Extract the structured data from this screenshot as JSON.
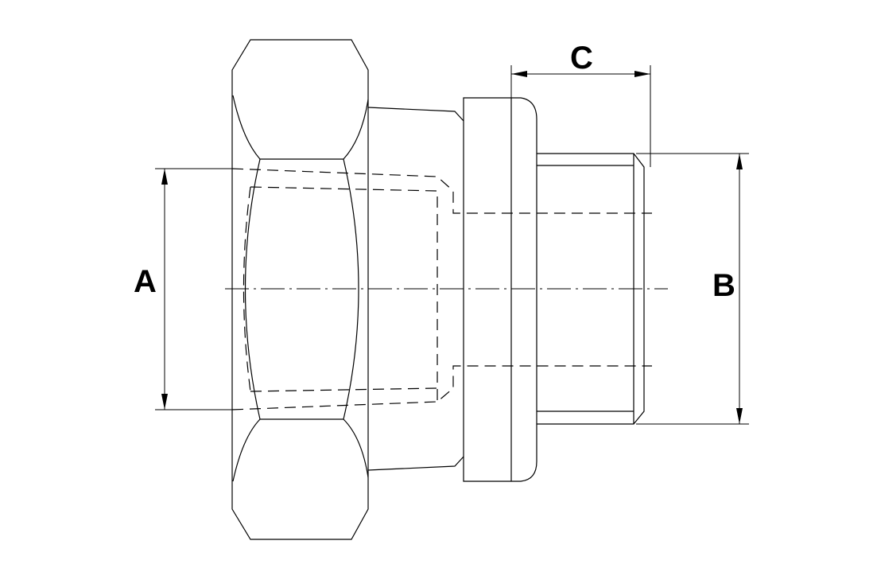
{
  "dimensions": {
    "a_label": "A",
    "b_label": "B",
    "c_label": "C"
  },
  "colors": {
    "line": "#000000",
    "background": "#ffffff"
  }
}
